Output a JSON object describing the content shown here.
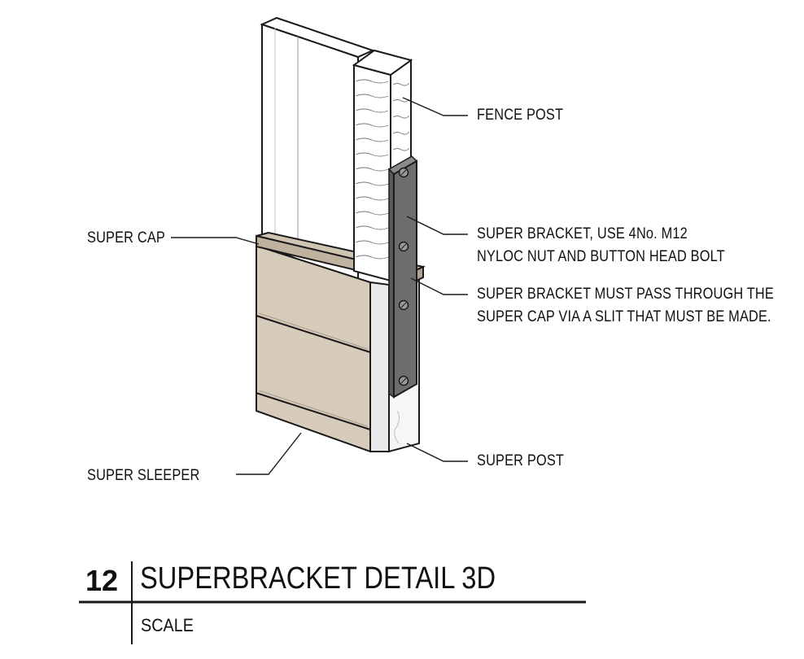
{
  "labels": {
    "fence_post": "FENCE POST",
    "super_bracket_line1": "SUPER BRACKET, USE 4No. M12",
    "super_bracket_line2": "NYLOC NUT AND BUTTON HEAD BOLT",
    "pass_through_line1": "SUPER BRACKET MUST PASS THROUGH THE",
    "pass_through_line2": "SUPER CAP VIA A SLIT THAT MUST BE MADE.",
    "super_cap": "SUPER CAP",
    "super_post": "SUPER POST",
    "super_sleeper": "SUPER SLEEPER"
  },
  "title_block": {
    "number": "12",
    "title": "SUPERBRACKET DETAIL 3D",
    "scale_label": "SCALE"
  },
  "colors": {
    "sleeper": "#d7cbbb",
    "cap": "#cfc3b2",
    "bracket": "#6e6e6e",
    "post_white": "#f3f3f3",
    "line": "#1a1a1a"
  }
}
